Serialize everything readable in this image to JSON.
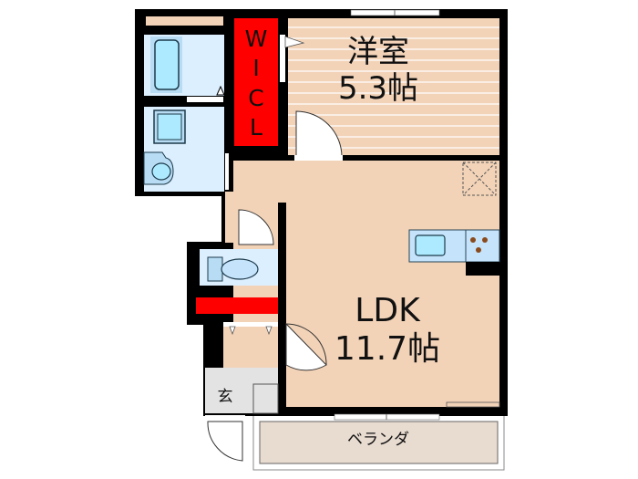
{
  "plan": {
    "colors": {
      "wall": "#000000",
      "floor": "#f3d3b8",
      "wet_area": "#dcefff",
      "fixture": "#aeeaff",
      "storage": "#ff0000",
      "entrance": "#e3e3e3",
      "balcony": "#e8dbd0"
    },
    "rooms": {
      "western": {
        "name": "洋室",
        "size": "5.3帖"
      },
      "ldk": {
        "name": "LDK",
        "size": "11.7帖"
      },
      "wic": {
        "letters": [
          "W",
          "I",
          "C",
          "L"
        ]
      },
      "entrance": {
        "name": "玄"
      },
      "balcony": {
        "name": "ベランダ"
      }
    }
  }
}
